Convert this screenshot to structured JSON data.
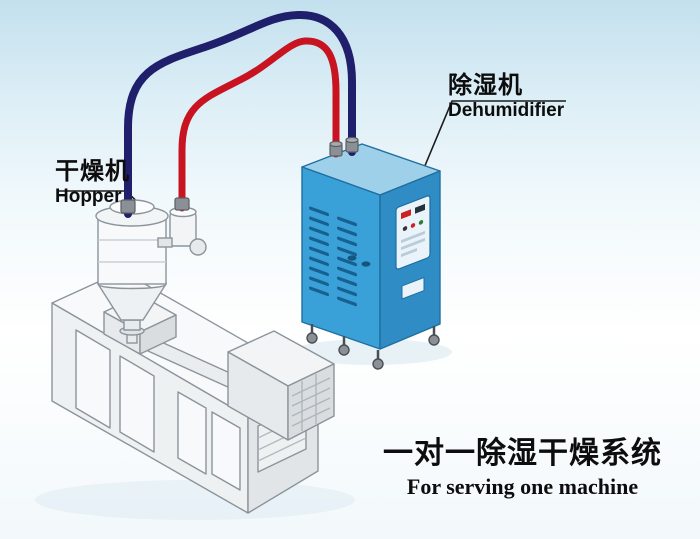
{
  "labels": {
    "hopper": {
      "zh": "干燥机",
      "en": "Hopper"
    },
    "dehumidifier": {
      "zh": "除湿机",
      "en": "Dehumidifier"
    },
    "caption": {
      "zh": "一对一除湿干燥系统",
      "en": "For serving one machine"
    }
  },
  "colors": {
    "background_top": "#c3e0ee",
    "dehumidifier_top": "#9fd0ea",
    "dehumidifier_front": "#3aa0d8",
    "dehumidifier_side": "#2f8cc4"
  },
  "diagram": {
    "machines": [
      {
        "id": "hopper-dryer"
      },
      {
        "id": "dehumidifier-cabinet"
      },
      {
        "id": "extruder"
      }
    ],
    "pipes": [
      {
        "id": "return-air-pipe",
        "color": "#1f1f6b"
      },
      {
        "id": "dry-air-pipe",
        "color": "#c81420"
      }
    ]
  }
}
